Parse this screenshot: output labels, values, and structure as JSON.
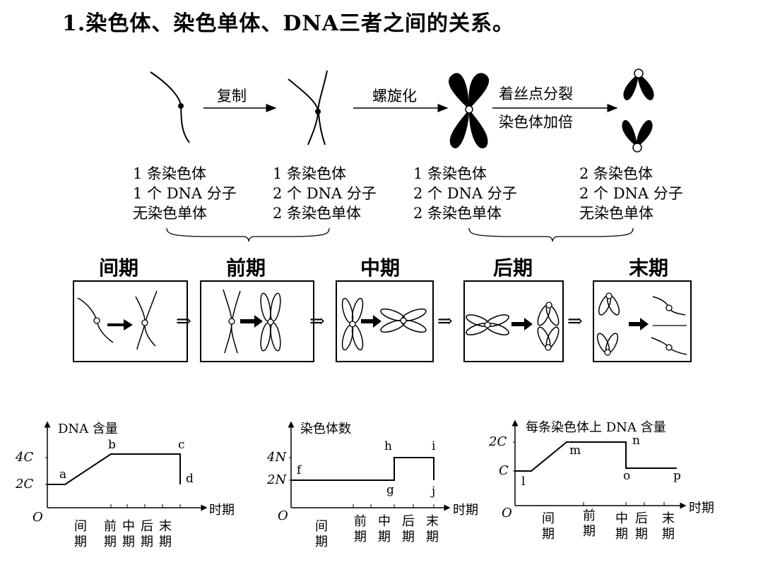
{
  "title": "1.染色体、染色单体、DNA三者之间的关系。",
  "process": {
    "arrow1": "复制",
    "arrow2": "螺旋化",
    "arrow3_top": "着丝点分裂",
    "arrow3_bottom": "染色体加倍"
  },
  "stages": [
    {
      "l1": "1 条染色体",
      "l2": "1 个 DNA 分子",
      "l3": "无染色单体"
    },
    {
      "l1": "1 条染色体",
      "l2": "2 个 DNA 分子",
      "l3": "2 条染色单体"
    },
    {
      "l1": "1 条染色体",
      "l2": "2 个 DNA 分子",
      "l3": "2 条染色单体"
    },
    {
      "l1": "2 条染色体",
      "l2": "2 个 DNA 分子",
      "l3": "无染色单体"
    }
  ],
  "phases": [
    "间期",
    "前期",
    "中期",
    "后期",
    "末期"
  ],
  "chart_data": [
    {
      "type": "line",
      "title": "DNA 含量",
      "xlabel": "时期",
      "ylabel": "DNA 含量",
      "categories": [
        "间期",
        "前期",
        "中期",
        "后期",
        "末期"
      ],
      "y_ticks": [
        "2C",
        "4C"
      ],
      "origin": "O",
      "points": [
        "a",
        "b",
        "c",
        "d"
      ]
    },
    {
      "type": "line",
      "title": "染色体数",
      "xlabel": "时期",
      "ylabel": "染色体数",
      "categories": [
        "间期",
        "前期",
        "中期",
        "后期",
        "末期"
      ],
      "y_ticks": [
        "2N",
        "4N"
      ],
      "origin": "O",
      "points": [
        "f",
        "g",
        "h",
        "i",
        "j"
      ]
    },
    {
      "type": "line",
      "title": "每条染色体上 DNA 含量",
      "xlabel": "时期",
      "ylabel": "每条染色体上 DNA 含量",
      "categories": [
        "间期",
        "前期",
        "中期",
        "后期",
        "末期"
      ],
      "y_ticks": [
        "C",
        "2C"
      ],
      "origin": "O",
      "points": [
        "l",
        "m",
        "n",
        "o",
        "p"
      ]
    }
  ]
}
